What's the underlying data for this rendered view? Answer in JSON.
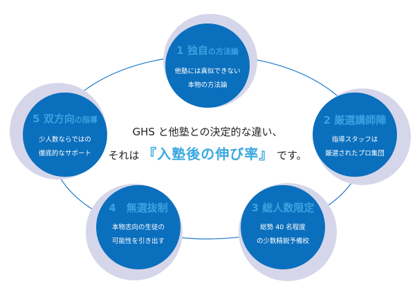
{
  "colors": {
    "circle": "#0a6fbd",
    "halo": "#d6d6ea",
    "heading": "#3aa3e0",
    "highlight": "#3aa8e0",
    "line": "#1a78c8"
  },
  "center": {
    "line1": "GHS と他塾との決定的な違い、",
    "line2_prefix": "それは",
    "line2_highlight": "『入塾後の伸び率』",
    "line2_suffix": "です。"
  },
  "nodes": [
    {
      "title": "1 独自",
      "title_small": "の方法論",
      "line1": "他塾には真似できない",
      "line2": "本物の方法論"
    },
    {
      "title": "2 厳選講師陣",
      "title_small": "",
      "line1": "指導スタッフは",
      "line2": "厳選されたプロ集団"
    },
    {
      "title": "3 総人数限定",
      "title_small": "",
      "line1": "総勢 40 名程度",
      "line2": "の少数精鋭予備校"
    },
    {
      "title": "4　無選抜制",
      "title_small": "",
      "line1": "本物志向の生徒の",
      "line2": "可能性を引き出す"
    },
    {
      "title": "5 双方向",
      "title_small": "の指導",
      "line1": "少人数ならではの",
      "line2": "徹底的なサポート"
    }
  ]
}
